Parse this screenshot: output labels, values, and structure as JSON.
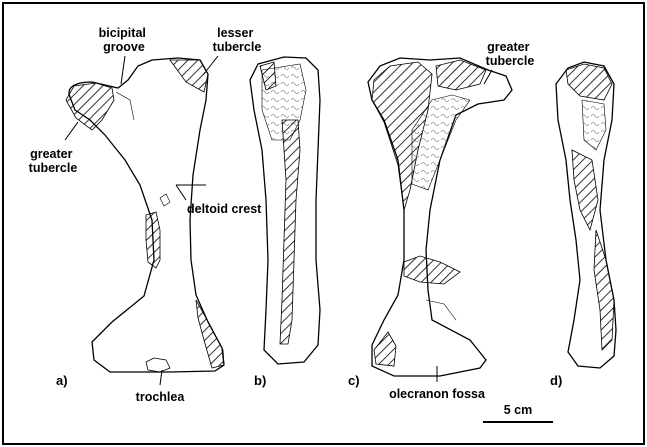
{
  "annotations": {
    "bicipital_groove": [
      "bicipital",
      "groove"
    ],
    "lesser_tubercle": [
      "lesser",
      "tubercle"
    ],
    "greater_tubercle_a": [
      "greater",
      "tubercle"
    ],
    "deltoid_crest": "deltoid crest",
    "greater_tubercle_c": [
      "greater",
      "tubercle"
    ],
    "trochlea": "trochlea",
    "olecranon_fossa": "olecranon fossa"
  },
  "panels": {
    "a": "a)",
    "b": "b)",
    "c": "c)",
    "d": "d)"
  },
  "scale_bar": {
    "label": "5 cm"
  },
  "colors": {
    "outline": "#000000",
    "hatch": "#000000",
    "background": "#ffffff"
  }
}
